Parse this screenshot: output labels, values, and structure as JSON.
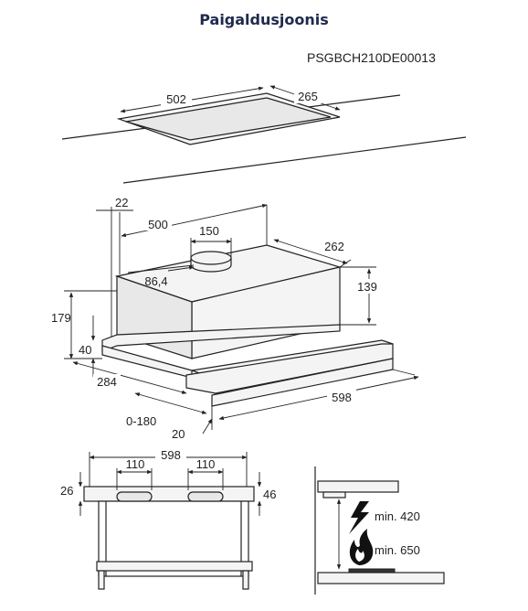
{
  "title": "Paigaldusjoonis",
  "code": "PSGBCH210DE00013",
  "cutout": {
    "width": "502",
    "depth": "265"
  },
  "hood": {
    "d22": "22",
    "d500": "500",
    "d150": "150",
    "d262": "262",
    "d864": "86,4",
    "d139": "139",
    "d179": "179",
    "d40": "40",
    "d284": "284",
    "d598": "598",
    "d0180": "0-180",
    "d20": "20"
  },
  "front": {
    "width": "598",
    "hole_left": "110",
    "hole_right": "110",
    "left_gap": "26",
    "right_gap": "46"
  },
  "clearance": {
    "electric": "min. 420",
    "gas": "min. 650"
  }
}
